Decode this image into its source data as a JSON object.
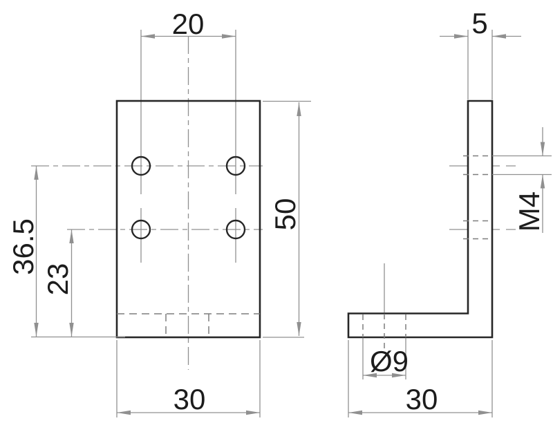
{
  "drawing": {
    "dims": {
      "hole_spacing_x": "20",
      "wall_thickness": "5",
      "plate_height": "50",
      "upper_hole_height": "36.5",
      "lower_hole_height": "23",
      "thread_size": "M4",
      "base_hole_diameter": "Ø9",
      "plate_width": "30",
      "base_depth": "30"
    },
    "colors": {
      "outline": "#262626",
      "dimension": "#909090",
      "hidden": "#7d7d7d",
      "text": "#1c1c1c",
      "background": "#ffffff"
    }
  }
}
